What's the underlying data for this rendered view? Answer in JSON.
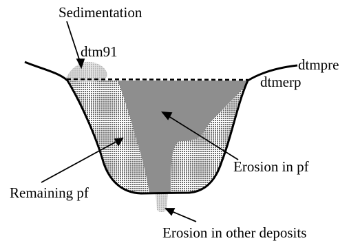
{
  "labels": {
    "sedimentation": "Sedimentation",
    "dtm91": "dtm91",
    "dtmpre": "dtmpre",
    "dtmerp": "dtmerp",
    "erosion_in_pf": "Erosion in pf",
    "remaining_pf": "Remaining pf",
    "erosion_in_other_deposits": "Erosion in other deposits"
  },
  "colors": {
    "erosion_fill": "#8e8e8e",
    "remaining_pf_hatch": "#6f6f6f",
    "sediment_fill": "#c8c8c8",
    "outline": "#000000"
  }
}
